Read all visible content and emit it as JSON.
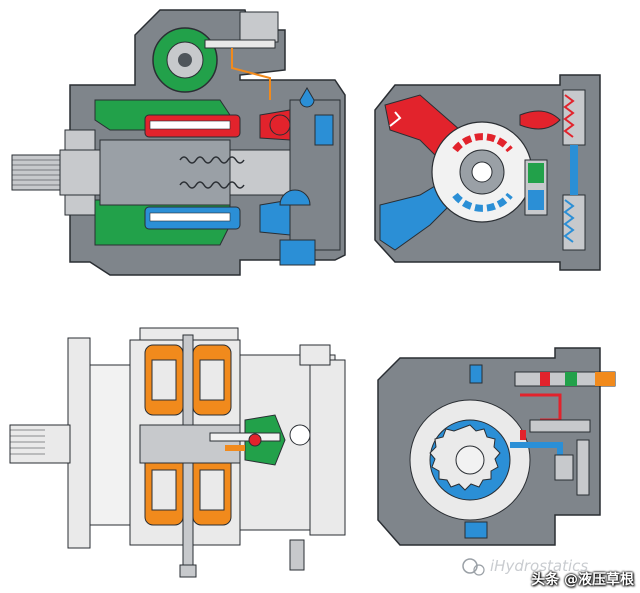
{
  "watermark": {
    "text": "iHydrostatics",
    "icon": "wechat-icon"
  },
  "credit": {
    "text": "头条 @液压草根"
  },
  "colors": {
    "housing": "#7f858b",
    "housing_dark": "#4f555b",
    "light_grey": "#c7c9cc",
    "green": "#22a14a",
    "red": "#e2232c",
    "blue": "#2b8fd6",
    "orange": "#f18a1c",
    "outline": "#2a2e33"
  },
  "views": [
    {
      "name": "side-section-a"
    },
    {
      "name": "front-section-a"
    },
    {
      "name": "side-section-b"
    },
    {
      "name": "front-section-b"
    }
  ]
}
